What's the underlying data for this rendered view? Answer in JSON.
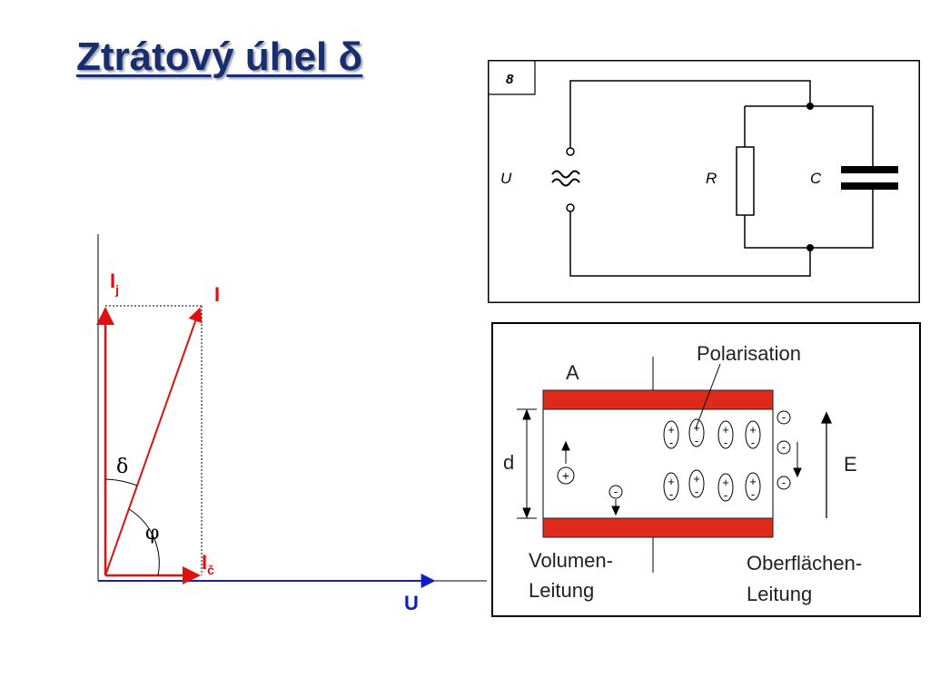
{
  "title": "Ztrátový úhel δ",
  "phasor": {
    "label_ij_main": "I",
    "label_ij_sub": "j",
    "label_i": "I",
    "label_ic_main": "I",
    "label_ic_sub": "č",
    "label_u": "U",
    "label_delta": "δ",
    "label_phi": "φ",
    "colors": {
      "current": "#e01010",
      "voltage": "#1020c0",
      "axis": "#000000"
    }
  },
  "circuit": {
    "figure_number": "8",
    "label_u": "U",
    "source_symbol": "≈",
    "label_r": "R",
    "label_c": "C"
  },
  "capacitor": {
    "label_a": "A",
    "label_d": "d",
    "label_polarisation": "Polarisation",
    "label_e": "E",
    "label_volume_1": "Volumen-",
    "label_volume_2": "Leitung",
    "label_surface_1": "Oberflächen-",
    "label_surface_2": "Leitung",
    "plate_color": "#dd2a1b",
    "plus": "+",
    "minus": "-"
  }
}
